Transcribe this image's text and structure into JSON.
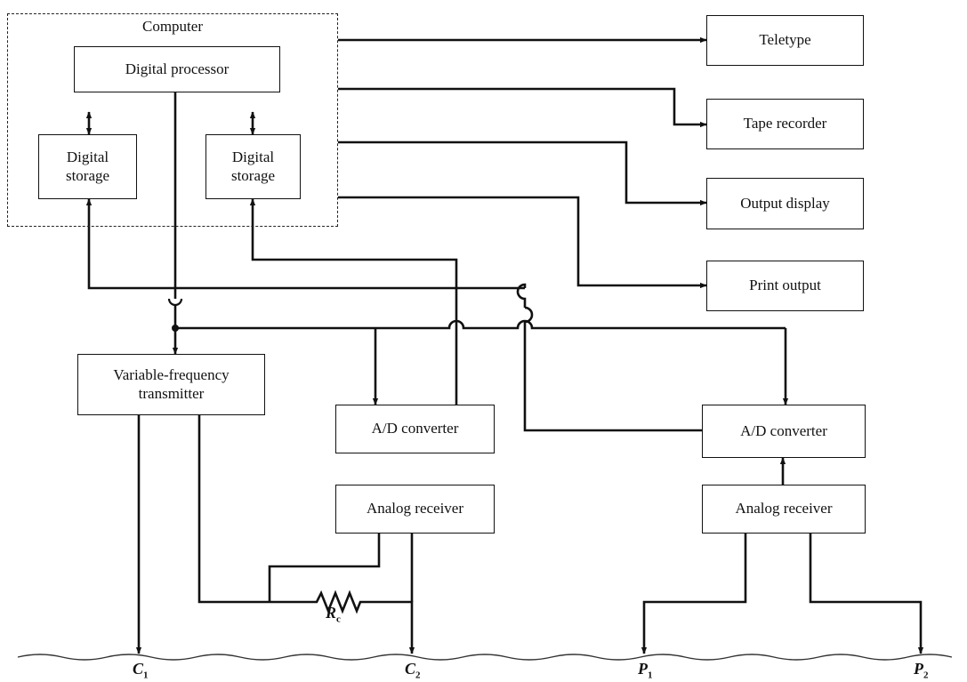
{
  "computer": {
    "label": "Computer",
    "processor": "Digital processor",
    "storage_left": [
      "Digital",
      "storage"
    ],
    "storage_right": [
      "Digital",
      "storage"
    ]
  },
  "outputs": {
    "teletype": "Teletype",
    "tape_recorder": "Tape recorder",
    "output_display": "Output display",
    "print_output": "Print output"
  },
  "transmitter": [
    "Variable-frequency",
    "transmitter"
  ],
  "converters": {
    "left": "A/D converter",
    "right": "A/D converter"
  },
  "receivers": {
    "left": "Analog receiver",
    "right": "Analog receiver"
  },
  "resistor": {
    "letter": "R",
    "sub": "c"
  },
  "electrodes": [
    {
      "letter": "C",
      "sub": "1"
    },
    {
      "letter": "C",
      "sub": "2"
    },
    {
      "letter": "P",
      "sub": "1"
    },
    {
      "letter": "P",
      "sub": "2"
    }
  ]
}
